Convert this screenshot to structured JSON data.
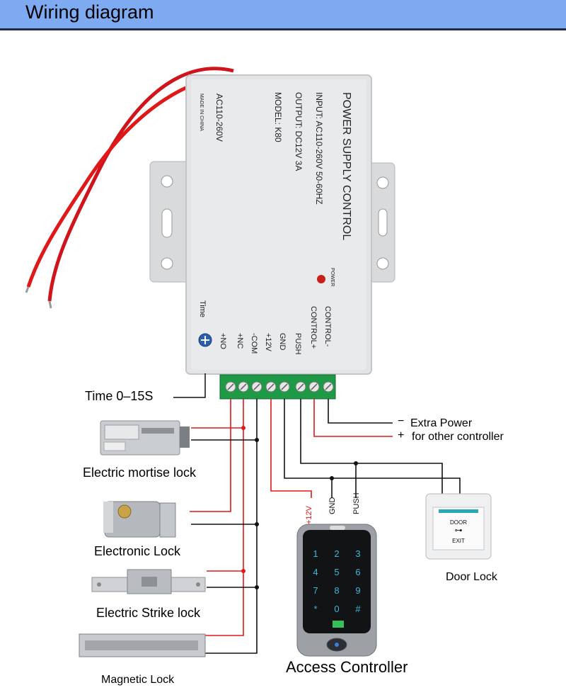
{
  "header": {
    "title": "Wiring diagram"
  },
  "power_supply": {
    "title": "POWER SUPPLY CONTROL",
    "input": "INPUT: AC110-260V 50-60HZ",
    "output": "OUTPUT: DC12V 3A",
    "model": "MODEL: K80",
    "ac": "AC110-260V",
    "made_in": "MADE IN CHINA",
    "power_led": "POWER",
    "time": "Time",
    "terminals": [
      "+NO",
      "+NC",
      "-COM",
      "+12V",
      "GND",
      "PUSH",
      "CONTROL+",
      "CONTROL-"
    ]
  },
  "labels": {
    "time_range": "Time    0–15S",
    "extra_power_minus": "−",
    "extra_power": "Extra Power",
    "extra_power_plus": "+",
    "for_other_controller": "for other controller",
    "mortise_lock": "Electric mortise lock",
    "electronic_lock": "Electronic Lock",
    "strike_lock": "Electric Strike lock",
    "magnetic_lock": "Magnetic Lock",
    "access_controller": "Access Controller",
    "door_lock": "Door Lock",
    "wire_12v": "+12V",
    "wire_gnd": "GND",
    "wire_push": "PUSH"
  },
  "exit_button": {
    "top": "DOOR",
    "bottom": "EXIT"
  },
  "keypad": {
    "keys": [
      "1",
      "2",
      "3",
      "4",
      "5",
      "6",
      "7",
      "8",
      "9",
      "*",
      "0",
      "#"
    ]
  },
  "colors": {
    "header": "#7eaaf1",
    "red_wire": "#e01818",
    "black_wire": "#111111",
    "terminal": "#1e9a47"
  }
}
